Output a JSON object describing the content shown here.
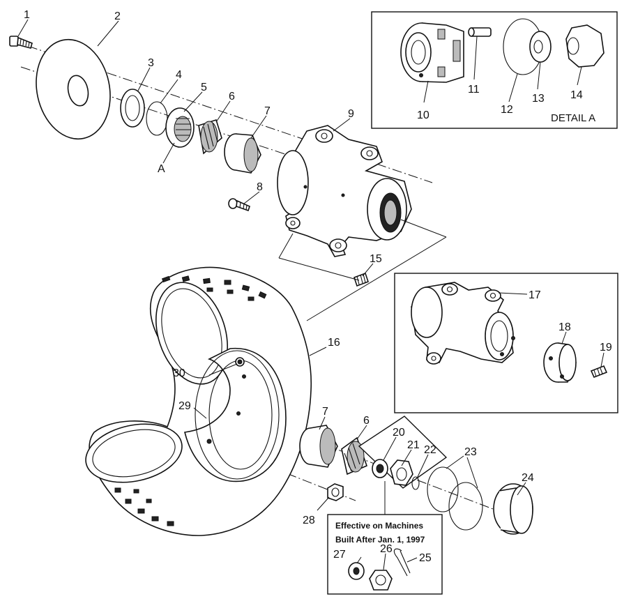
{
  "callouts": {
    "c1": "1",
    "c2": "2",
    "c3": "3",
    "c4": "4",
    "c5": "5",
    "c6": "6",
    "c7": "7",
    "c8": "8",
    "c9": "9",
    "c10": "10",
    "c11": "11",
    "c12": "12",
    "c13": "13",
    "c14": "14",
    "c15": "15",
    "c16": "16",
    "c17": "17",
    "c18": "18",
    "c19": "19",
    "c20": "20",
    "c21": "21",
    "c22": "22",
    "c23": "23",
    "c24": "24",
    "c25": "25",
    "c26": "26",
    "c27": "27",
    "c28": "28",
    "c29": "29",
    "c30": "30",
    "c6b": "6",
    "c7b": "7",
    "cA": "A"
  },
  "detail_a_label": "DETAIL A",
  "note_line1": "Effective on Machines",
  "note_line2": "Built After Jan. 1, 1997"
}
